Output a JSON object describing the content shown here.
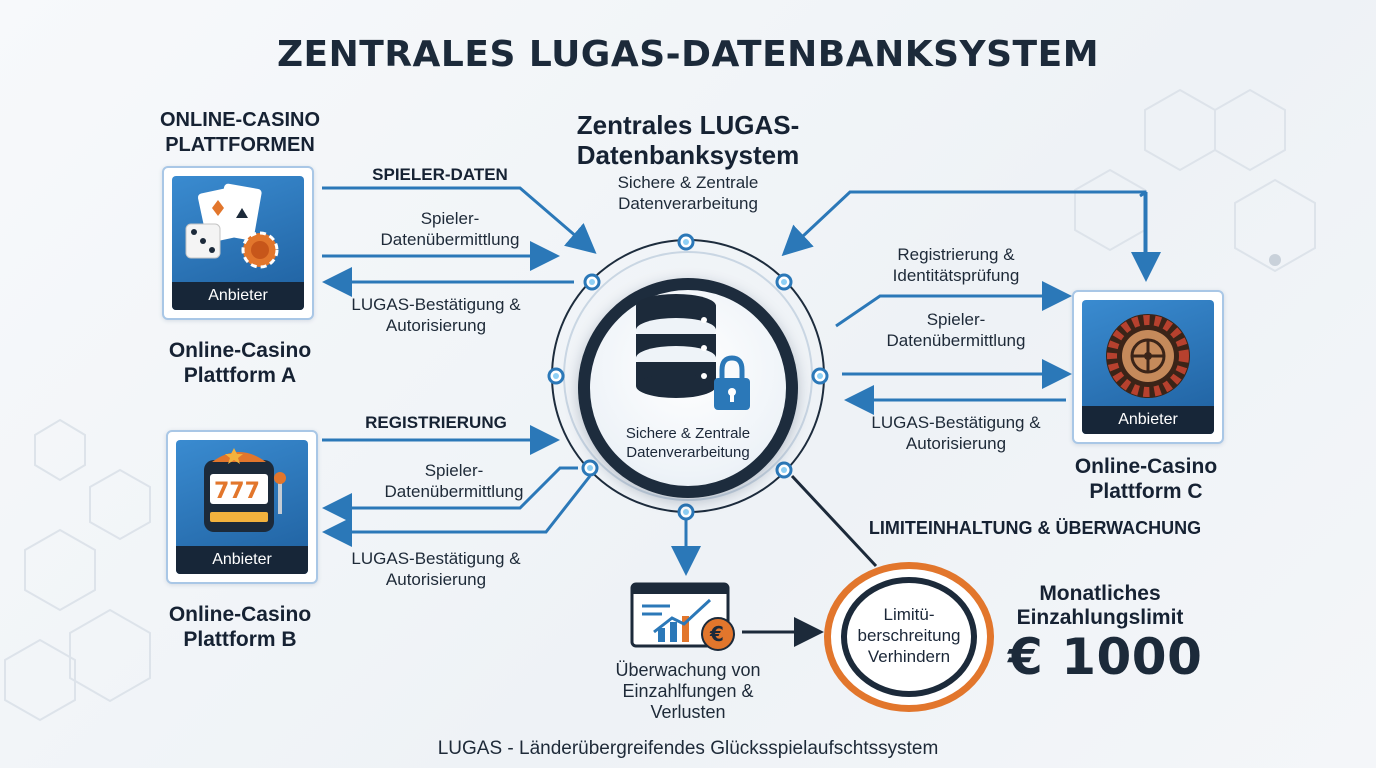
{
  "title": "ZENTRALES LUGAS-DATENBANKSYSTEM",
  "hub": {
    "title": "Zentrales LUGAS-Datenbanksystem",
    "subtitle": "Sichere & Zentrale Datenverarbeitung",
    "inner_label": "Sichere & Zentrale Datenverarbeitung",
    "icon": "database-lock-icon"
  },
  "platforms_header": "ONLINE-CASINO PLATTFORMEN",
  "platform_a": {
    "name": "Online-Casino Plattform A",
    "badge": "Anbieter",
    "icon": "cards-dice-chip-icon",
    "labels": [
      "SPIELER-DATEN",
      "Spieler-Datenübermittlung",
      "LUGAS-Bestätigung & Autorisierung"
    ]
  },
  "platform_b": {
    "name": "Online-Casino Plattform B",
    "badge": "Anbieter",
    "icon": "slot-machine-icon",
    "labels": [
      "REGISTRIERUNG",
      "Spieler-Datenübermittlung",
      "LUGAS-Bestätigung & Autorisierung"
    ]
  },
  "platform_c": {
    "name": "Online-Casino Plattform C",
    "badge": "Anbieter",
    "icon": "roulette-wheel-icon",
    "labels": [
      "Registrierung & Identitätsprüfung",
      "Spieler-Datenübermittlung",
      "LUGAS-Bestätigung & Autorisierung"
    ]
  },
  "monitoring": {
    "label": "Überwachung von Einzahlfungen & Verlusten",
    "icon": "chart-euro-monitor-icon"
  },
  "limit": {
    "header": "LIMITEINHALTUNG & ÜBERWACHUNG",
    "circle_text": "Limitü-berschreitung Verhindern",
    "monthly_label": "Monatliches Einzahlungslimit",
    "amount": "€ 1000"
  },
  "footer": "LUGAS - Länderübergreifendes Glücksspielaufschtssystem",
  "colors": {
    "arrow": "#2b78b8",
    "dark": "#1c2a3a",
    "accent_orange": "#e2762c",
    "card_blue": "#2e7cc2"
  }
}
